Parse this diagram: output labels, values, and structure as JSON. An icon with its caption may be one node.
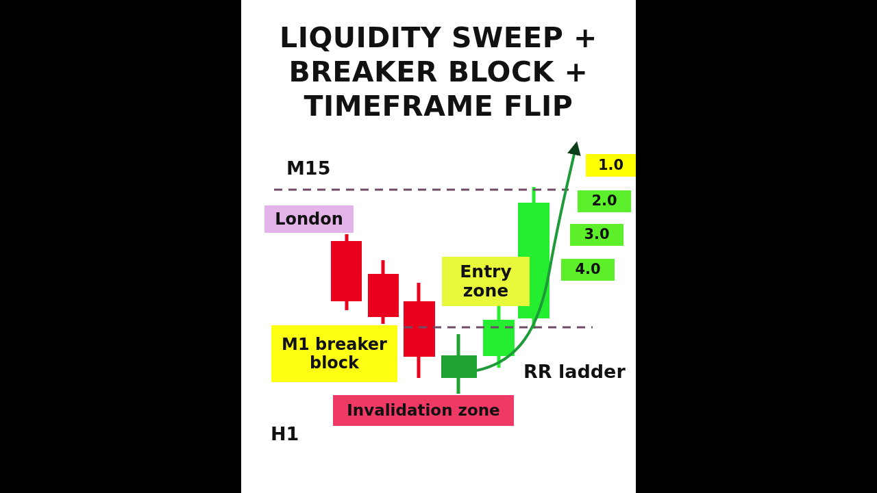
{
  "diagram": {
    "title": "LIQUIDITY SWEEP + BREAKER BLOCK + TIMEFRAME FLIP",
    "nodes": [
      {
        "text": [
          "London"
        ]
      },
      {
        "text": [
          "1.0"
        ]
      },
      {
        "text": [
          "2.0"
        ]
      },
      {
        "text": [
          "3.0"
        ]
      },
      {
        "text": [
          "4.0"
        ]
      },
      {
        "text": [
          "Entry zone"
        ]
      },
      {
        "text": [
          "M1 breaker block"
        ]
      },
      {
        "text": [
          "Invalidation zone"
        ]
      }
    ],
    "labels": [
      "M15",
      "RR ladder",
      "H1"
    ]
  }
}
